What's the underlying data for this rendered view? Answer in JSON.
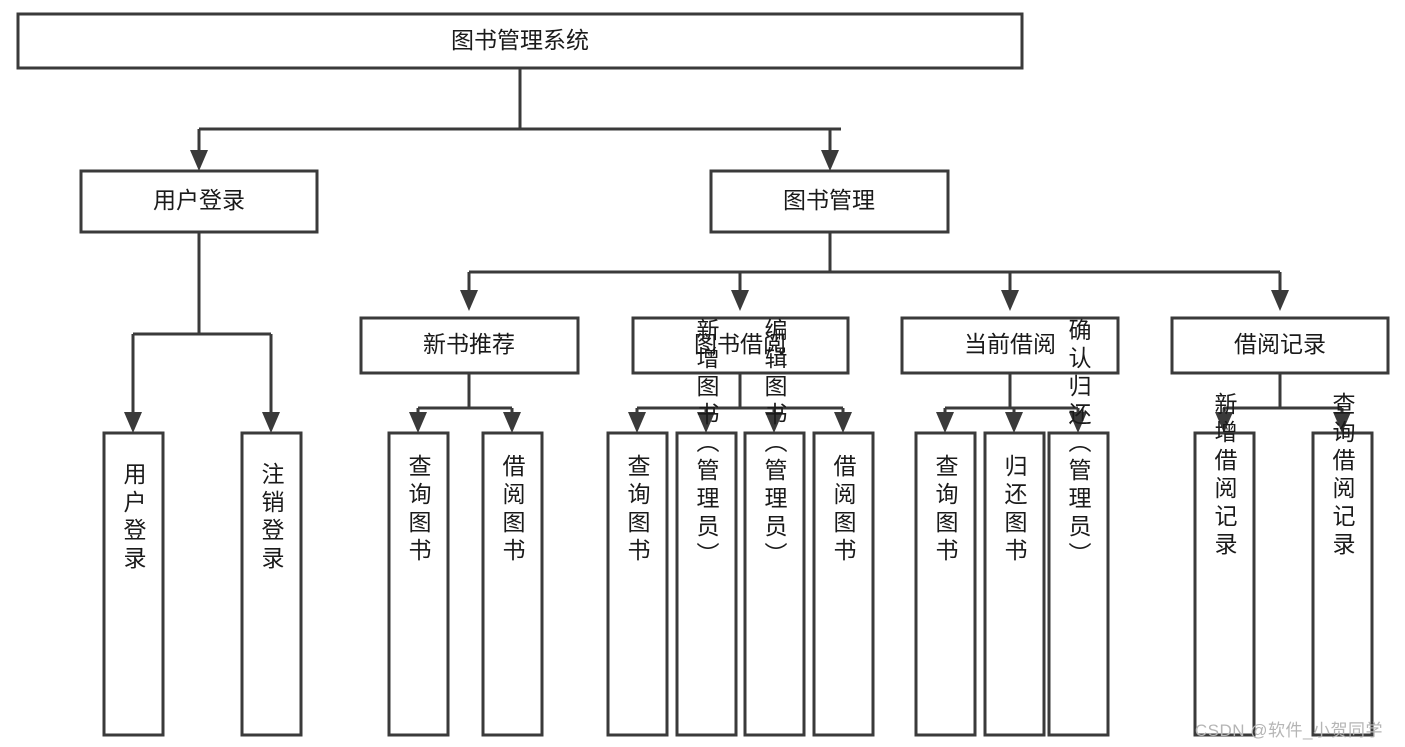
{
  "diagram": {
    "title": "图书管理系统",
    "type": "tree-hierarchy-chart",
    "root": {
      "id": "root",
      "label": "图书管理系统"
    },
    "level2": [
      {
        "id": "user-login",
        "label": "用户登录"
      },
      {
        "id": "book-management",
        "label": "图书管理"
      }
    ],
    "level3": [
      {
        "id": "new-book-recommend",
        "label": "新书推荐",
        "parent": "book-management"
      },
      {
        "id": "book-borrow",
        "label": "图书借阅",
        "parent": "book-management"
      },
      {
        "id": "current-borrow",
        "label": "当前借阅",
        "parent": "book-management"
      },
      {
        "id": "borrow-record",
        "label": "借阅记录",
        "parent": "book-management"
      }
    ],
    "leaves": [
      {
        "id": "leaf-user-login",
        "label": "用户登录",
        "parent": "user-login"
      },
      {
        "id": "leaf-logout-login",
        "label": "注销登录",
        "parent": "user-login"
      },
      {
        "id": "leaf-query-book-1",
        "label": "查询图书",
        "parent": "new-book-recommend"
      },
      {
        "id": "leaf-borrow-book-1",
        "label": "借阅图书",
        "parent": "new-book-recommend"
      },
      {
        "id": "leaf-query-book-2",
        "label": "查询图书",
        "parent": "book-borrow"
      },
      {
        "id": "leaf-add-book",
        "label": "新增图书（管理员）",
        "parent": "book-borrow"
      },
      {
        "id": "leaf-edit-book",
        "label": "编辑图书（管理员）",
        "parent": "book-borrow"
      },
      {
        "id": "leaf-borrow-book-2",
        "label": "借阅图书",
        "parent": "book-borrow"
      },
      {
        "id": "leaf-query-book-3",
        "label": "查询图书",
        "parent": "current-borrow"
      },
      {
        "id": "leaf-return-book",
        "label": "归还图书",
        "parent": "current-borrow"
      },
      {
        "id": "leaf-confirm-return",
        "label": "确认归还（管理员）",
        "parent": "current-borrow"
      },
      {
        "id": "leaf-add-record",
        "label": "新增借阅记录",
        "parent": "borrow-record"
      },
      {
        "id": "leaf-query-record",
        "label": "查询借阅记录",
        "parent": "borrow-record"
      }
    ],
    "colors": {
      "stroke": "#3a3a3a",
      "fill": "#ffffff",
      "text": "#1a1a1a",
      "watermark": "#b5b5b5"
    }
  },
  "watermark": {
    "text": "CSDN @软件_小贺同学"
  }
}
